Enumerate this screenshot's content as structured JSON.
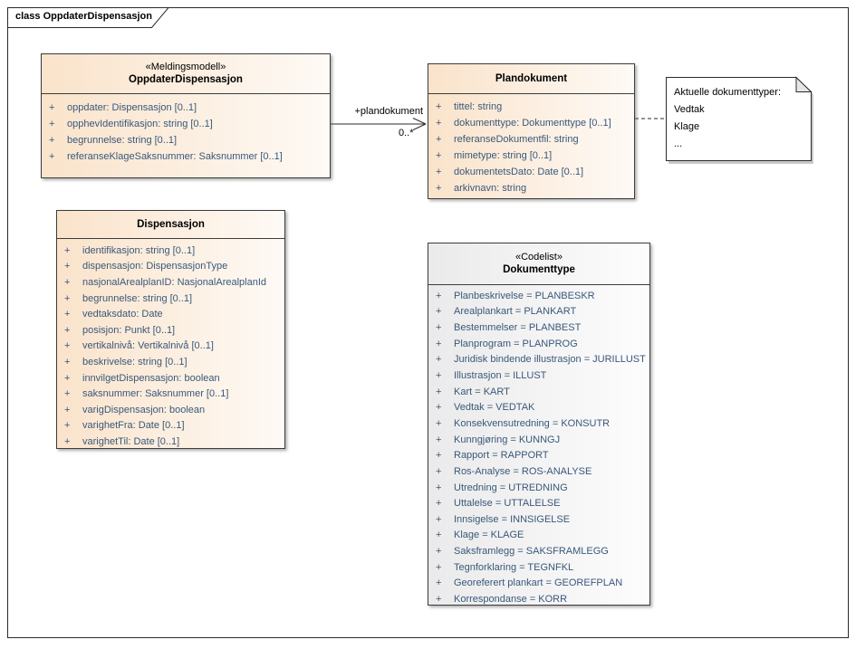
{
  "frame": {
    "title": "class OppdaterDispensasjon"
  },
  "classes": [
    {
      "stereotype": "«Meldingsmodell»",
      "name": "OppdaterDispensasjon",
      "attributes": [
        {
          "vis": "+",
          "text": "oppdater: Dispensasjon [0..1]"
        },
        {
          "vis": "+",
          "text": "opphevIdentifikasjon: string [0..1]"
        },
        {
          "vis": "+",
          "text": "begrunnelse: string [0..1]"
        },
        {
          "vis": "+",
          "text": "referanseKlageSaksnummer: Saksnummer [0..1]"
        }
      ]
    },
    {
      "stereotype": "",
      "name": "Plandokument",
      "attributes": [
        {
          "vis": "+",
          "text": "tittel: string"
        },
        {
          "vis": "+",
          "text": "dokumenttype: Dokumenttype [0..1]"
        },
        {
          "vis": "+",
          "text": "referanseDokumentfil: string"
        },
        {
          "vis": "+",
          "text": "mimetype: string [0..1]"
        },
        {
          "vis": "+",
          "text": "dokumentetsDato: Date [0..1]"
        },
        {
          "vis": "+",
          "text": "arkivnavn: string"
        }
      ]
    },
    {
      "stereotype": "",
      "name": "Dispensasjon",
      "attributes": [
        {
          "vis": "+",
          "text": "identifikasjon: string [0..1]"
        },
        {
          "vis": "+",
          "text": "dispensasjon: DispensasjonType"
        },
        {
          "vis": "+",
          "text": "nasjonalArealplanID: NasjonalArealplanId"
        },
        {
          "vis": "+",
          "text": "begrunnelse: string [0..1]"
        },
        {
          "vis": "+",
          "text": "vedtaksdato: Date"
        },
        {
          "vis": "+",
          "text": "posisjon: Punkt [0..1]"
        },
        {
          "vis": "+",
          "text": "vertikalnivå: Vertikalnivå [0..1]"
        },
        {
          "vis": "+",
          "text": "beskrivelse: string [0..1]"
        },
        {
          "vis": "+",
          "text": "innvilgetDispensasjon: boolean"
        },
        {
          "vis": "+",
          "text": "saksnummer: Saksnummer [0..1]"
        },
        {
          "vis": "+",
          "text": "varigDispensasjon: boolean"
        },
        {
          "vis": "+",
          "text": "varighetFra: Date [0..1]"
        },
        {
          "vis": "+",
          "text": "varighetTil: Date [0..1]"
        }
      ]
    },
    {
      "stereotype": "«Codelist»",
      "name": "Dokumenttype",
      "attributes": [
        {
          "vis": "+",
          "text": "Planbeskrivelse = PLANBESKR"
        },
        {
          "vis": "+",
          "text": "Arealplankart = PLANKART"
        },
        {
          "vis": "+",
          "text": "Bestemmelser = PLANBEST"
        },
        {
          "vis": "+",
          "text": "Planprogram = PLANPROG"
        },
        {
          "vis": "+",
          "text": "Juridisk bindende illustrasjon = JURILLUST"
        },
        {
          "vis": "+",
          "text": "Illustrasjon = ILLUST"
        },
        {
          "vis": "+",
          "text": "Kart = KART"
        },
        {
          "vis": "+",
          "text": "Vedtak = VEDTAK"
        },
        {
          "vis": "+",
          "text": "Konsekvensutredning = KONSUTR"
        },
        {
          "vis": "+",
          "text": "Kunngjøring = KUNNGJ"
        },
        {
          "vis": "+",
          "text": "Rapport = RAPPORT"
        },
        {
          "vis": "+",
          "text": "Ros-Analyse = ROS-ANALYSE"
        },
        {
          "vis": "+",
          "text": "Utredning = UTREDNING"
        },
        {
          "vis": "+",
          "text": "Uttalelse = UTTALELSE"
        },
        {
          "vis": "+",
          "text": "Innsigelse = INNSIGELSE"
        },
        {
          "vis": "+",
          "text": "Klage = KLAGE"
        },
        {
          "vis": "+",
          "text": "Saksframlegg = SAKSFRAMLEGG"
        },
        {
          "vis": "+",
          "text": "Tegnforklaring = TEGNFKL"
        },
        {
          "vis": "+",
          "text": "Georeferert plankart = GEOREFPLAN"
        },
        {
          "vis": "+",
          "text": "Korrespondanse = KORR"
        }
      ]
    }
  ],
  "note": {
    "lines": [
      "Aktuelle dokumenttyper:",
      "Vedtak",
      "Klage",
      "..."
    ]
  },
  "association": {
    "label": "+plandokument",
    "multiplicity": "0..*"
  },
  "colors": {
    "class_fill_left": "#fae3ca",
    "class_fill_right": "#fefaf6",
    "codelist_fill_left": "#eaeaea",
    "codelist_fill_right": "#fdfdfd",
    "attribute_text": "#39587a",
    "line": "#2b2b2b",
    "note_fill": "#ffffff",
    "note_fold": "#e6e6e6"
  }
}
